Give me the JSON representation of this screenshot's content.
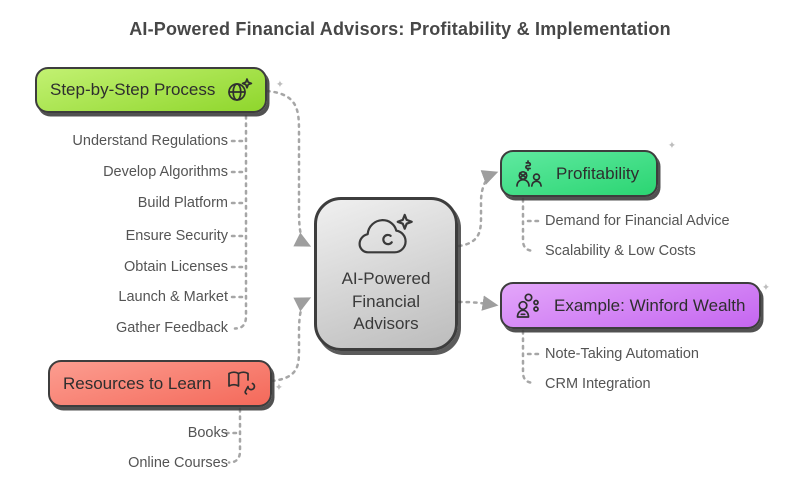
{
  "title": "AI-Powered Financial Advisors: Profitability & Implementation",
  "center": {
    "label": "AI-Powered Financial Advisors",
    "icon": "cloud-sparkle-icon"
  },
  "branches": [
    {
      "id": "process",
      "label": "Step-by-Step Process",
      "icon": "globe-sparkle-icon",
      "accent_top": "#c2f172",
      "accent_bottom": "#8fd62c",
      "items": [
        "Understand Regulations",
        "Develop Algorithms",
        "Build Platform",
        "Ensure Security",
        "Obtain Licenses",
        "Launch & Market",
        "Gather Feedback"
      ]
    },
    {
      "id": "resources",
      "label": "Resources to Learn",
      "icon": "open-book-icon",
      "accent_top": "#fc9d90",
      "accent_bottom": "#f4695a",
      "items": [
        "Books",
        "Online Courses"
      ]
    },
    {
      "id": "profitability",
      "label": "Profitability",
      "icon": "people-dollar-icon",
      "accent_top": "#5fe9a0",
      "accent_bottom": "#2bd572",
      "items": [
        "Demand for Financial Advice",
        "Scalability & Low Costs"
      ]
    },
    {
      "id": "example",
      "label": "Example: Winford Wealth",
      "icon": "person-circles-icon",
      "accent_top": "#e3a6fa",
      "accent_bottom": "#c566f0",
      "items": [
        "Note-Taking Automation",
        "CRM Integration"
      ]
    }
  ],
  "colors": {
    "background": "#ffffff",
    "node_border": "#3d3d3d",
    "center_fill": "#d6d6d6",
    "connector": "#a6a6a6",
    "title_text": "#474747",
    "item_text": "#545454"
  },
  "decorations": {
    "sparkle": "✦"
  }
}
